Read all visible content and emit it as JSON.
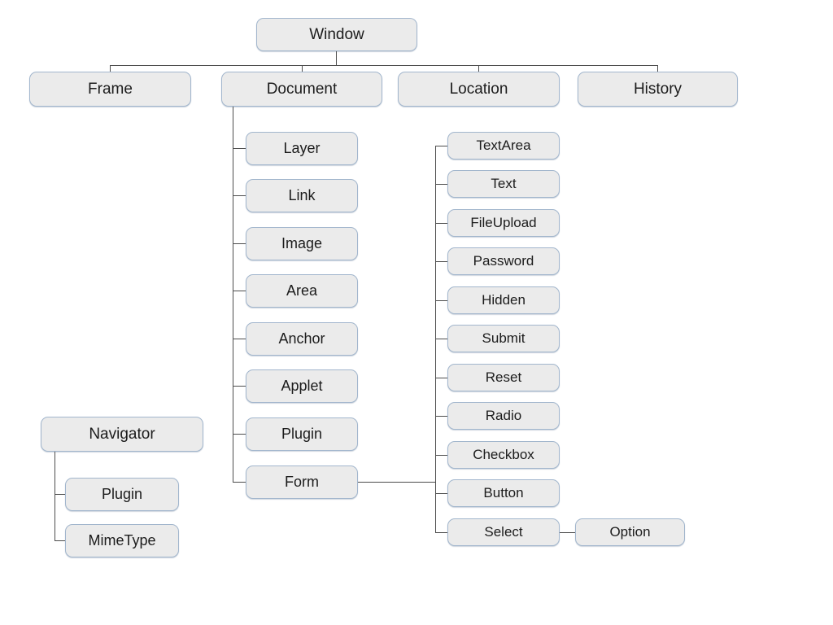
{
  "theme": {
    "canvas_bg": "#ffffff",
    "node_fill": "#ebebeb",
    "node_border": "#a2b6cd",
    "node_text": "#1c1c1c",
    "line_color": "#4d4d4d"
  },
  "tree": {
    "root": "Window",
    "level2": [
      "Frame",
      "Document",
      "Location",
      "History"
    ],
    "document_children": [
      "Layer",
      "Link",
      "Image",
      "Area",
      "Anchor",
      "Applet",
      "Plugin",
      "Form"
    ],
    "form_children": [
      "TextArea",
      "Text",
      "FileUpload",
      "Password",
      "Hidden",
      "Submit",
      "Reset",
      "Radio",
      "Checkbox",
      "Button",
      "Select"
    ],
    "select_children": [
      "Option"
    ],
    "navigator": "Navigator",
    "navigator_children": [
      "Plugin",
      "MimeType"
    ]
  }
}
